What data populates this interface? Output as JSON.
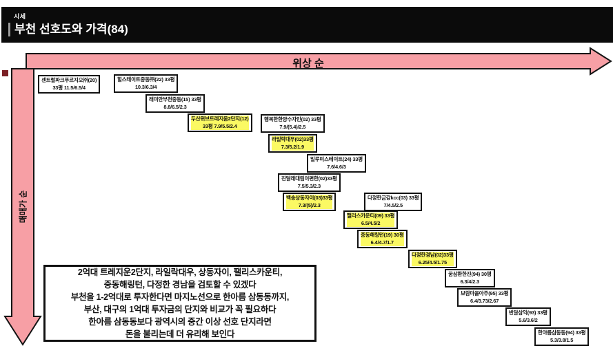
{
  "header": {
    "eyebrow": "시세",
    "title": "부천 선호도와 가격(84)"
  },
  "axes": {
    "horizontal_label": "위상 순",
    "vertical_label": "매매가 순"
  },
  "colors": {
    "arrow_pink": "#f79fa5",
    "highlight_yellow": "#fbf963",
    "header_bg": "#0b0b0b",
    "box_border": "#111111"
  },
  "chart_data": {
    "type": "scatter",
    "title": "부천 선호도와 가격(84)",
    "xlabel": "위상 순",
    "ylabel": "매매가 순",
    "legend_position": "none",
    "items": [
      {
        "rank": 1,
        "line1": "센트럴파크푸르지오㈜(20)",
        "line2": "33평 11.5/6.5/4",
        "highlight": false,
        "pos": [
          55,
          109
        ]
      },
      {
        "rank": 2,
        "line1": "힐스테이트중동㈜(22) 33평",
        "line2": "10.3/6.3/4",
        "highlight": false,
        "pos": [
          165,
          108
        ]
      },
      {
        "rank": 3,
        "line1": "래미안부천중동(15) 33평",
        "line2": "8.8/6.5/2.3",
        "highlight": false,
        "pos": [
          211,
          137
        ]
      },
      {
        "rank": 4,
        "line1": "두산위브트레지움2단지(12)",
        "line2": "33평 7.9/5.5/2.4",
        "highlight": true,
        "pos": [
          272,
          165
        ]
      },
      {
        "rank": 5,
        "line1": "행복한한양수자인(02) 33평",
        "line2": "7.9/(5.4)/2.5",
        "highlight": false,
        "pos": [
          378,
          166
        ]
      },
      {
        "rank": 6,
        "line1": "라일락대우(02)33평",
        "line2": "7.3/5.2/1.9",
        "highlight": true,
        "pos": [
          389,
          195
        ]
      },
      {
        "rank": 7,
        "line1": "일루미스테이트(24) 33평",
        "line2": "7.6/4.6/3",
        "highlight": false,
        "pos": [
          445,
          224
        ]
      },
      {
        "rank": 8,
        "line1": "진달래대림이편한(02)33평",
        "line2": "7.5/5.3/2.3",
        "highlight": false,
        "pos": [
          403,
          252
        ]
      },
      {
        "rank": 9,
        "line1": "백송상동자이(03)33평",
        "line2": "7.3/(5)/2.3",
        "highlight": true,
        "pos": [
          410,
          280
        ]
      },
      {
        "rank": 10,
        "line1": "다정한금강kcc(03) 33평",
        "line2": "7/4.5/2.5",
        "highlight": false,
        "pos": [
          528,
          280
        ]
      },
      {
        "rank": 11,
        "line1": "팰리스카운티(09) 33평",
        "line2": "6.5/4.5/2",
        "highlight": true,
        "pos": [
          498,
          306
        ]
      },
      {
        "rank": 12,
        "line1": "중동해링턴(19) 30평",
        "line2": "6.4/4.7/1.7",
        "highlight": true,
        "pos": [
          518,
          334
        ]
      },
      {
        "rank": 13,
        "line1": "다정한경남(02)33평",
        "line2": "6.25/4.5/1.75",
        "highlight": true,
        "pos": [
          592,
          363
        ]
      },
      {
        "rank": 14,
        "line1": "꿈삼환한진(94) 30평",
        "line2": "6.3/4/2.3",
        "highlight": false,
        "pos": [
          645,
          391
        ]
      },
      {
        "rank": 15,
        "line1": "보람마을아주(95) 33평",
        "line2": "6.4/3.73/2.67",
        "highlight": false,
        "pos": [
          663,
          419
        ]
      },
      {
        "rank": 16,
        "line1": "반달삼익(93) 33평",
        "line2": "5.6/3.6/2",
        "highlight": false,
        "pos": [
          733,
          447
        ]
      },
      {
        "rank": 17,
        "line1": "한아름삼동동(94) 33평",
        "line2": "5.3/3.8/1.5",
        "highlight": false,
        "pos": [
          775,
          476
        ]
      }
    ]
  },
  "summary": {
    "lines": [
      "2억대 트레지운2단지, 라일락대우, 상동자이, 팰리스카운티,",
      "중동해링턴, 다정한 경남을 검토할 수 있겠다",
      "부천을 1-2억대로 투자한다면 마지노선으로 한아름 삼동동까지,",
      "부산, 대구의 1억대 투자금의 단지와 비교가 꼭 필요하다",
      "한아름 삼동동보다 광역시의 중간 이상 선호 단지라면",
      "돈을 불리는데 더 유리해 보인다"
    ]
  }
}
